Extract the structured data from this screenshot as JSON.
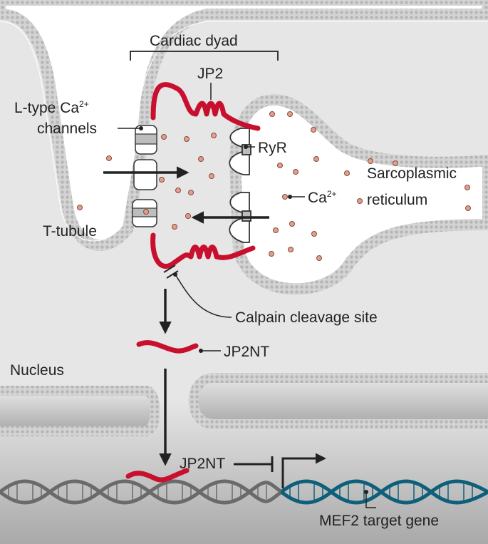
{
  "labels": {
    "cardiac_dyad": "Cardiac dyad",
    "jp2": "JP2",
    "ltype_line1": "L-type Ca",
    "ltype_sup": "2+",
    "ltype_line2": "channels",
    "ryr": "RyR",
    "sr_line1": "Sarcoplasmic",
    "sr_line2": "reticulum",
    "ca_text": "Ca",
    "ca_sup": "2+",
    "t_tubule": "T-tubule",
    "calpain": "Calpain cleavage site",
    "jp2nt_cyto": "JP2NT",
    "nucleus": "Nucleus",
    "jp2nt_nuc": "JP2NT",
    "mef2": "MEF2 target gene"
  },
  "colors": {
    "membrane": "#c4c4c4",
    "cytoplasm": "#e6e6e6",
    "jp2_red": "#c8102e",
    "calcium": "#e1a08f",
    "dna_gray": "#6a6a6a",
    "dna_teal": "#0e5f7a",
    "arrow": "#222222"
  }
}
